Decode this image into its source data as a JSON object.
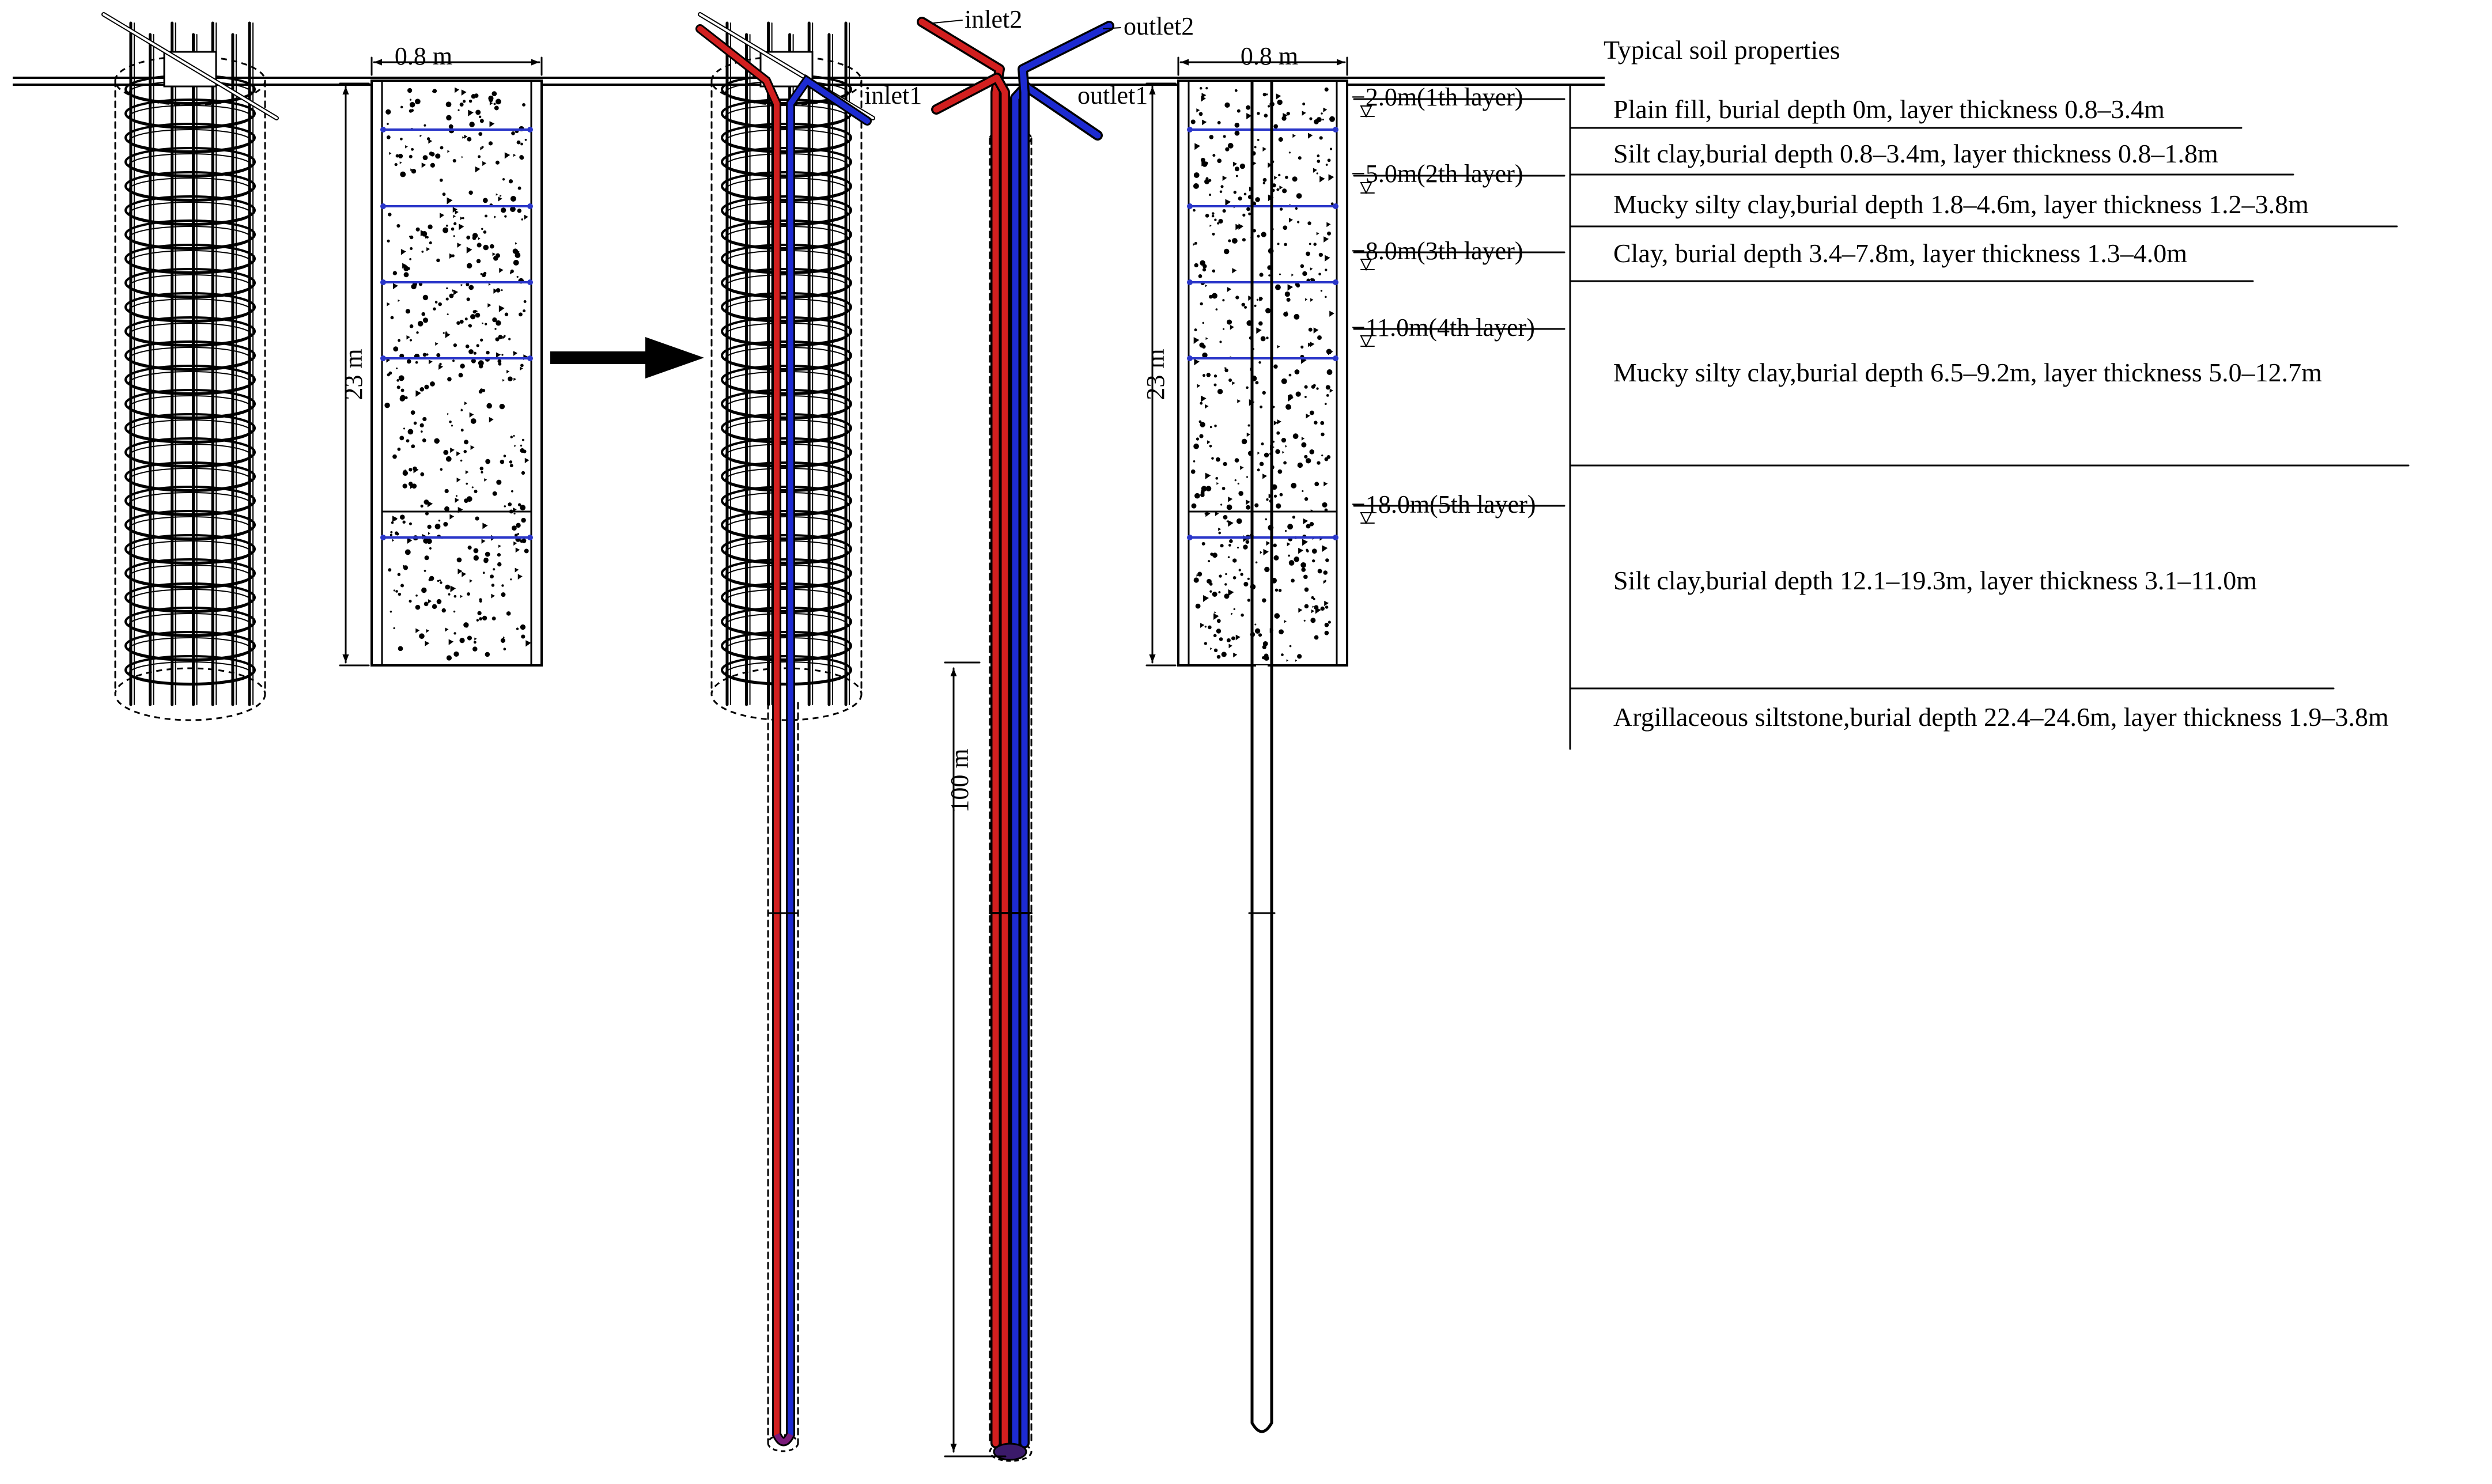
{
  "title": "Typical soil properties",
  "dims": {
    "width_top": "0.8 m",
    "length_pile": "23 m",
    "length_borehole": "100 m"
  },
  "pipes": {
    "inlet1": "inlet1",
    "inlet2": "inlet2",
    "outlet1": "outlet1",
    "outlet2": "outlet2"
  },
  "layers": [
    {
      "elev": "−2.0m(1th layer)",
      "desc": "Plain fill, burial depth 0m, layer thickness 0.8–3.4m"
    },
    {
      "elev": "−5.0m(2th layer)",
      "desc": "Silt clay,burial depth 0.8–3.4m, layer thickness 0.8–1.8m"
    },
    {
      "elev": "−8.0m(3th layer)",
      "desc": "Mucky silty clay,burial depth 1.8–4.6m, layer thickness 1.2–3.8m"
    },
    {
      "elev": "−11.0m(4th layer)",
      "desc": "Clay, burial depth 3.4–7.8m, layer thickness 1.3–4.0m"
    },
    {
      "elev": "−18.0m(5th layer)",
      "desc": "Mucky silty clay,burial depth 6.5–9.2m, layer thickness 5.0–12.7m"
    },
    {
      "elev": "",
      "desc": "Silt clay,burial depth 12.1–19.3m, layer thickness 3.1–11.0m"
    },
    {
      "elev": "",
      "desc": "Argillaceous siltstone,burial depth 22.4–24.6m, layer thickness 1.9–3.8m"
    }
  ],
  "colors": {
    "inlet_pipe": "#d21f1f",
    "outlet_pipe": "#1d2bd1",
    "sensor_line": "#2a36c9",
    "ink": "#000000"
  }
}
